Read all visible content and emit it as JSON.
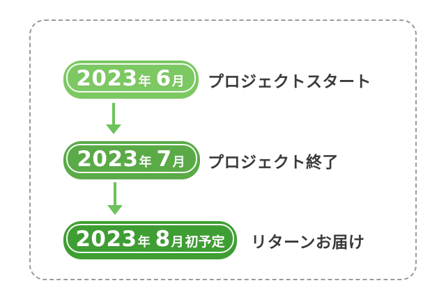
{
  "colors": {
    "badge_step1": "#7cc862",
    "badge_step2": "#5aab47",
    "badge_step3": "#3f9e33",
    "badge_text": "#ffffff",
    "badge_inner_outline": "#ffffff",
    "arrow": "#6cc35b",
    "label_text": "#3a3a3a",
    "frame_border": "#9a9a9a",
    "background": "#ffffff"
  },
  "icons": {
    "arrow_down": "arrow-down-icon"
  },
  "timeline": {
    "steps": [
      {
        "date_full": "2023年 6月",
        "date_parts": {
          "year": "2023",
          "year_unit": "年",
          "month": "6",
          "month_unit": "月",
          "note": ""
        },
        "label": "プロジェクトスタート"
      },
      {
        "date_full": "2023年 7月",
        "date_parts": {
          "year": "2023",
          "year_unit": "年",
          "month": "7",
          "month_unit": "月",
          "note": ""
        },
        "label": "プロジェクト終了"
      },
      {
        "date_full": "2023年 8月初予定",
        "date_parts": {
          "year": "2023",
          "year_unit": "年",
          "month": "8",
          "month_unit": "月",
          "note": "初予定"
        },
        "label": "リターンお届け"
      }
    ]
  }
}
